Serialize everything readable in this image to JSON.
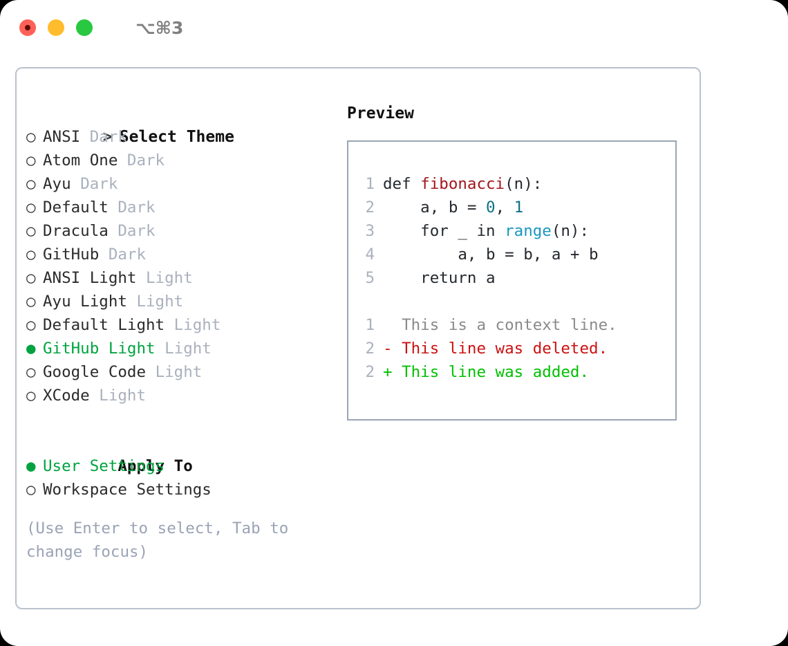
{
  "titlebar": {
    "traffic_lights": [
      "close-red",
      "minimize-yellow",
      "maximize-green"
    ],
    "shortcut": "⌥⌘3"
  },
  "left": {
    "header_marker": ">",
    "header_label": "Select Theme",
    "themes": [
      {
        "marker": "○",
        "name": "ANSI",
        "tag": "Dark",
        "selected": false
      },
      {
        "marker": "○",
        "name": "Atom One",
        "tag": "Dark",
        "selected": false
      },
      {
        "marker": "○",
        "name": "Ayu",
        "tag": "Dark",
        "selected": false
      },
      {
        "marker": "○",
        "name": "Default",
        "tag": "Dark",
        "selected": false
      },
      {
        "marker": "○",
        "name": "Dracula",
        "tag": "Dark",
        "selected": false
      },
      {
        "marker": "○",
        "name": "GitHub",
        "tag": "Dark",
        "selected": false
      },
      {
        "marker": "○",
        "name": "ANSI Light",
        "tag": "Light",
        "selected": false
      },
      {
        "marker": "○",
        "name": "Ayu Light",
        "tag": "Light",
        "selected": false
      },
      {
        "marker": "○",
        "name": "Default Light",
        "tag": "Light",
        "selected": false
      },
      {
        "marker": "●",
        "name": "GitHub Light",
        "tag": "Light",
        "selected": true
      },
      {
        "marker": "○",
        "name": "Google Code",
        "tag": "Light",
        "selected": false
      },
      {
        "marker": "○",
        "name": "XCode",
        "tag": "Light",
        "selected": false
      }
    ],
    "apply_to_label": "Apply To",
    "apply_to_options": [
      {
        "marker": "●",
        "name": "User Settings",
        "selected": true
      },
      {
        "marker": "○",
        "name": "Workspace Settings",
        "selected": false
      }
    ],
    "hint": "(Use Enter to select, Tab to change focus)"
  },
  "right": {
    "preview_label": "Preview",
    "code_lines": [
      {
        "num": "1",
        "tokens": [
          {
            "t": "def ",
            "c": "plain"
          },
          {
            "t": "fibonacci",
            "c": "fn"
          },
          {
            "t": "(n):",
            "c": "plain"
          }
        ]
      },
      {
        "num": "2",
        "tokens": [
          {
            "t": "    a, b = ",
            "c": "plain"
          },
          {
            "t": "0",
            "c": "num"
          },
          {
            "t": ", ",
            "c": "plain"
          },
          {
            "t": "1",
            "c": "num"
          }
        ]
      },
      {
        "num": "3",
        "tokens": [
          {
            "t": "    for _ in ",
            "c": "plain"
          },
          {
            "t": "range",
            "c": "kw"
          },
          {
            "t": "(n):",
            "c": "plain"
          }
        ]
      },
      {
        "num": "4",
        "tokens": [
          {
            "t": "        a, b = b, a + b",
            "c": "plain"
          }
        ]
      },
      {
        "num": "5",
        "tokens": [
          {
            "t": "    return a",
            "c": "plain"
          }
        ]
      }
    ],
    "diff_lines": [
      {
        "num": "1",
        "prefix": "  ",
        "text": "This is a context line.",
        "kind": "ctx"
      },
      {
        "num": "2",
        "prefix": "- ",
        "text": "This line was deleted.",
        "kind": "del"
      },
      {
        "num": "2",
        "prefix": "+ ",
        "text": "This line was added.",
        "kind": "add"
      }
    ]
  },
  "colors": {
    "selected_green": "#00a33f",
    "diff_add_green": "#00c000",
    "diff_del_red": "#cc1111",
    "tag_gray": "#a9b1bd",
    "hint_gray": "#9aa3b5",
    "panel_border": "#b9c2ce",
    "preview_border": "#9aa5b5",
    "fn_red": "#a3161d",
    "num_teal": "#0b7285",
    "kw_blue": "#1a97c0"
  }
}
